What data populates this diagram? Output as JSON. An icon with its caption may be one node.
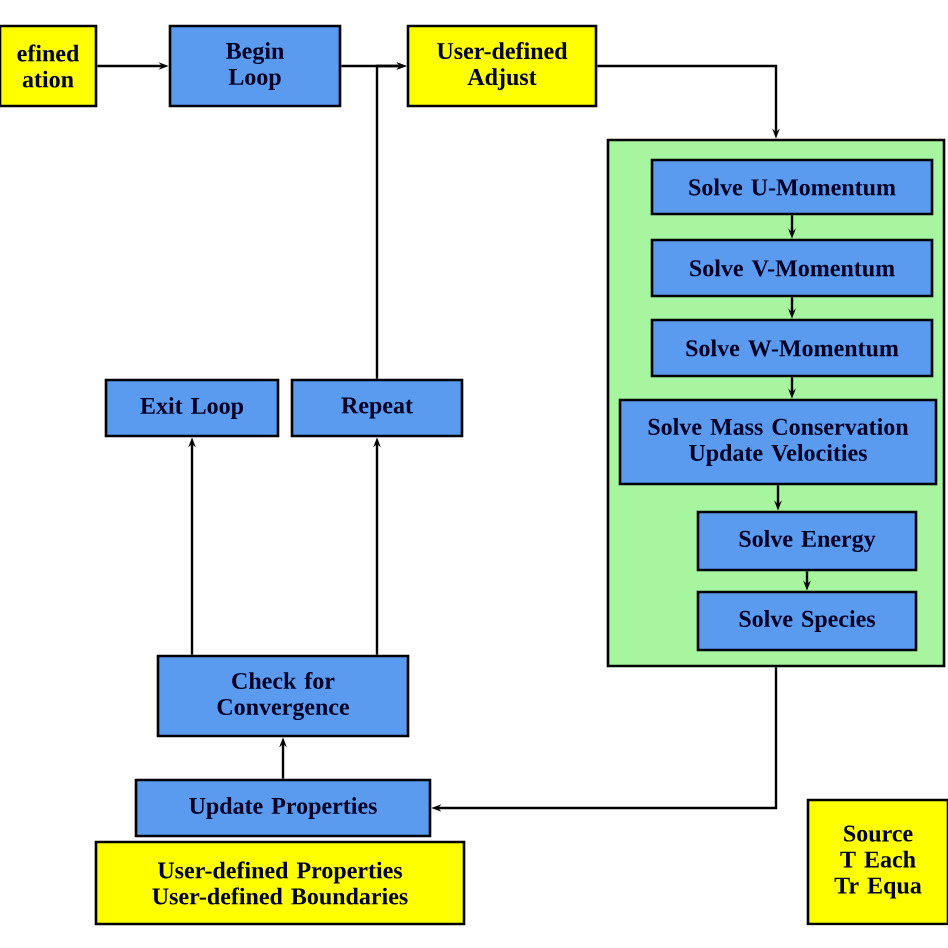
{
  "diagram": {
    "nodes": [
      {
        "text": [
          "efined ation"
        ]
      },
      {
        "text": [
          "Begin Loop"
        ]
      },
      {
        "text": [
          "User-defined Adjust"
        ]
      },
      {
        "text": [],
        "shape": "box"
      },
      {
        "text": [
          "Solve U-Momentum"
        ],
        "in": 3
      },
      {
        "text": [
          "Solve V-Momentum"
        ],
        "in": 3
      },
      {
        "text": [
          "Solve W-Momentum"
        ],
        "in": 3
      },
      {
        "text": [
          "Solve Mass Conservation Update Velocities"
        ],
        "in": 3
      },
      {
        "text": [
          "Solve Energy"
        ],
        "in": 3
      },
      {
        "text": [
          "Solve Species"
        ],
        "in": 3
      },
      {
        "text": [
          "Exit Loop"
        ]
      },
      {
        "text": [
          "Repeat"
        ]
      },
      {
        "text": [
          "Check for Convergence"
        ]
      },
      {
        "text": [
          "Update Properties"
        ]
      },
      {
        "text": [
          "User-defined Properties User-defined Boundaries"
        ]
      },
      {
        "text": [
          "Source T Each Tr Equa"
        ]
      }
    ],
    "edges": [
      {
        "from": 0,
        "to": 1,
        "arrow": "to"
      },
      {
        "from": 1,
        "to": 2,
        "arrow": "to"
      },
      {
        "from": 11,
        "to": 2,
        "arrow": "to"
      },
      {
        "from": 2,
        "to": 3,
        "arrow": "to"
      },
      {
        "from": 4,
        "to": 5,
        "arrow": "to"
      },
      {
        "from": 5,
        "to": 6,
        "arrow": "to"
      },
      {
        "from": 6,
        "to": 7,
        "arrow": "to"
      },
      {
        "from": 7,
        "to": 8,
        "arrow": "to"
      },
      {
        "from": 8,
        "to": 9,
        "arrow": "to"
      },
      {
        "from": 3,
        "to": 13,
        "arrow": "to"
      },
      {
        "from": 13,
        "to": 12,
        "arrow": "to"
      },
      {
        "from": 12,
        "to": 10,
        "arrow": "to"
      },
      {
        "from": 12,
        "to": 11,
        "arrow": "to"
      }
    ]
  }
}
